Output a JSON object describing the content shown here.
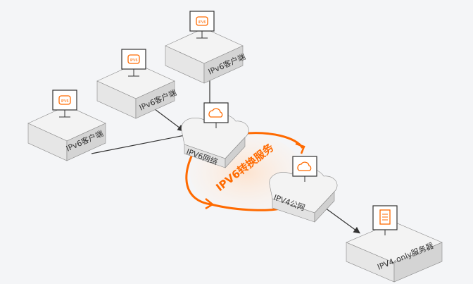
{
  "diagram": {
    "client_labels": [
      "IPv6客户端",
      "IPv6客户端",
      "IPv6客户端"
    ],
    "monitor_badge": "IPV6",
    "ipv6_network_label": "IPV6网络",
    "ipv4_network_label": "IPV4公网",
    "service_label": "IPV6转换服务",
    "server_label": "IPV4-only服务器",
    "colors": {
      "accent": "#ff6a00",
      "box_top": "#f3f3f3",
      "box_left": "#e2e2e2",
      "box_right": "#d2d2d2",
      "line": "#333333",
      "highlight": "#fde7d6"
    }
  }
}
